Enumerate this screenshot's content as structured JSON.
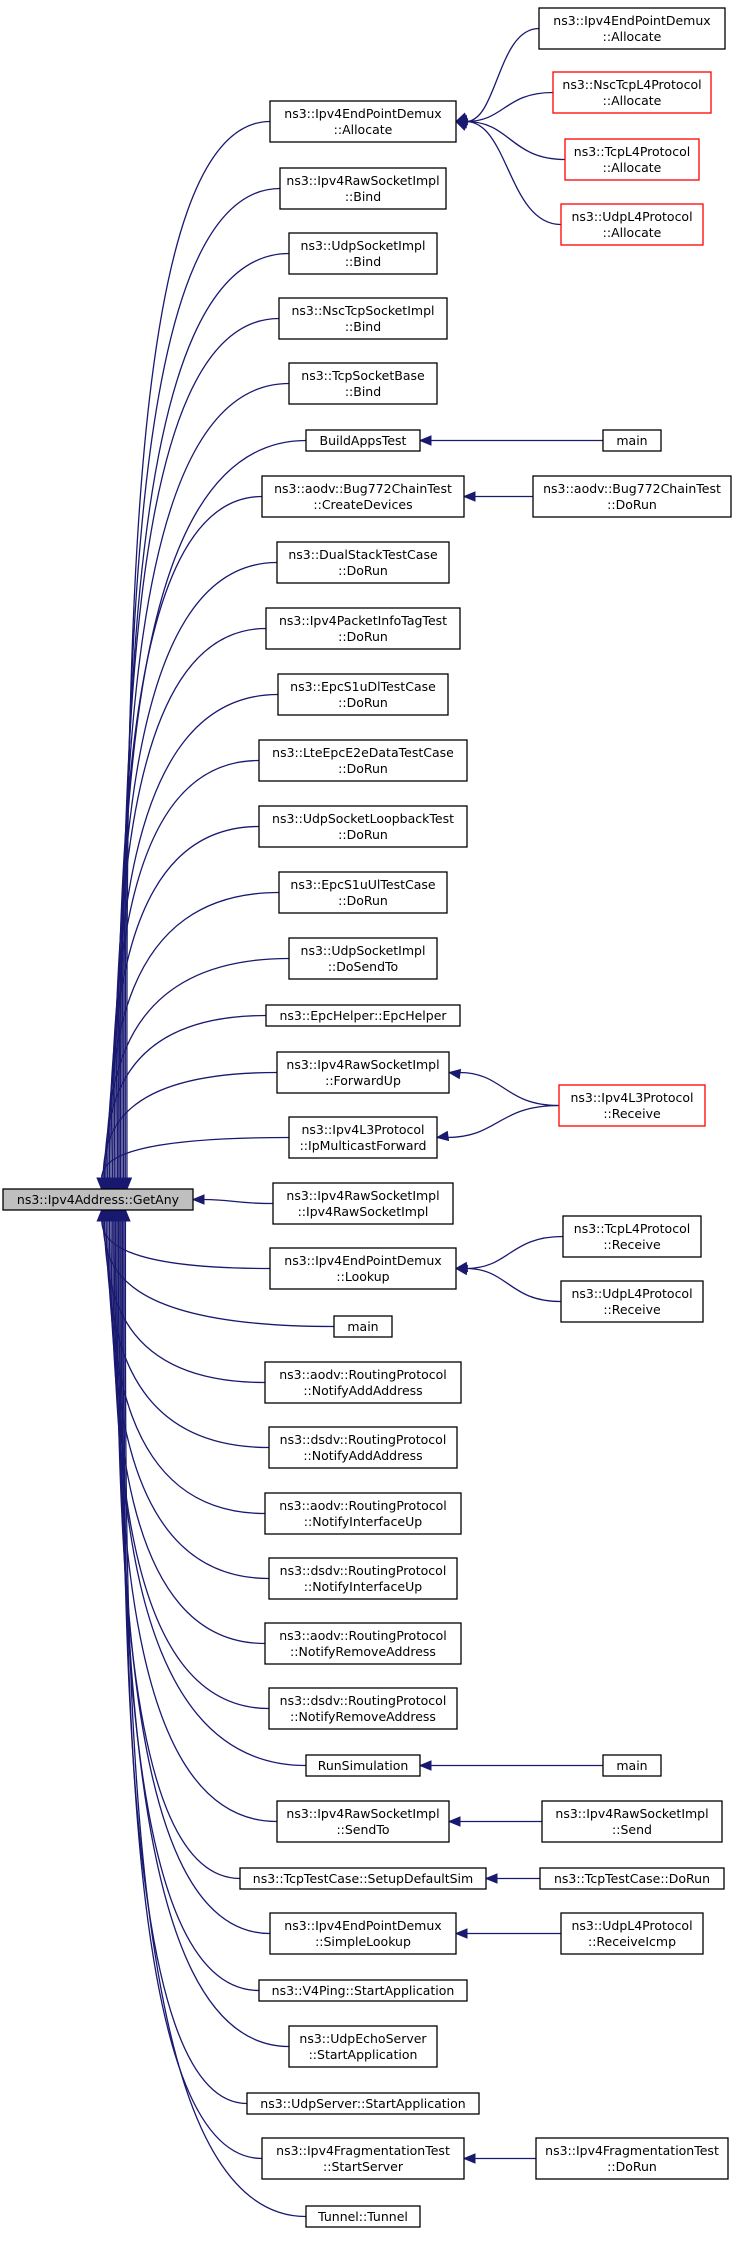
{
  "root": {
    "id": "root",
    "lines": [
      "ns3::Ipv4Address::GetAny"
    ]
  },
  "callers": [
    {
      "id": "c1",
      "lines": [
        "ns3::Ipv4EndPointDemux",
        "::Allocate"
      ]
    },
    {
      "id": "c2",
      "lines": [
        "ns3::Ipv4RawSocketImpl",
        "::Bind"
      ]
    },
    {
      "id": "c3",
      "lines": [
        "ns3::UdpSocketImpl",
        "::Bind"
      ]
    },
    {
      "id": "c4",
      "lines": [
        "ns3::NscTcpSocketImpl",
        "::Bind"
      ]
    },
    {
      "id": "c5",
      "lines": [
        "ns3::TcpSocketBase",
        "::Bind"
      ]
    },
    {
      "id": "c6",
      "lines": [
        "BuildAppsTest"
      ]
    },
    {
      "id": "c7",
      "lines": [
        "ns3::aodv::Bug772ChainTest",
        "::CreateDevices"
      ]
    },
    {
      "id": "c8",
      "lines": [
        "ns3::DualStackTestCase",
        "::DoRun"
      ]
    },
    {
      "id": "c9",
      "lines": [
        "ns3::Ipv4PacketInfoTagTest",
        "::DoRun"
      ]
    },
    {
      "id": "c10",
      "lines": [
        "ns3::EpcS1uDlTestCase",
        "::DoRun"
      ]
    },
    {
      "id": "c11",
      "lines": [
        "ns3::LteEpcE2eDataTestCase",
        "::DoRun"
      ]
    },
    {
      "id": "c12",
      "lines": [
        "ns3::UdpSocketLoopbackTest",
        "::DoRun"
      ]
    },
    {
      "id": "c13",
      "lines": [
        "ns3::EpcS1uUlTestCase",
        "::DoRun"
      ]
    },
    {
      "id": "c14",
      "lines": [
        "ns3::UdpSocketImpl",
        "::DoSendTo"
      ]
    },
    {
      "id": "c15",
      "lines": [
        "ns3::EpcHelper::EpcHelper"
      ]
    },
    {
      "id": "c16",
      "lines": [
        "ns3::Ipv4RawSocketImpl",
        "::ForwardUp"
      ]
    },
    {
      "id": "c17",
      "lines": [
        "ns3::Ipv4L3Protocol",
        "::IpMulticastForward"
      ]
    },
    {
      "id": "c18",
      "lines": [
        "ns3::Ipv4RawSocketImpl",
        "::Ipv4RawSocketImpl"
      ]
    },
    {
      "id": "c19",
      "lines": [
        "ns3::Ipv4EndPointDemux",
        "::Lookup"
      ]
    },
    {
      "id": "c20",
      "lines": [
        "main"
      ]
    },
    {
      "id": "c21",
      "lines": [
        "ns3::aodv::RoutingProtocol",
        "::NotifyAddAddress"
      ]
    },
    {
      "id": "c22",
      "lines": [
        "ns3::dsdv::RoutingProtocol",
        "::NotifyAddAddress"
      ]
    },
    {
      "id": "c23",
      "lines": [
        "ns3::aodv::RoutingProtocol",
        "::NotifyInterfaceUp"
      ]
    },
    {
      "id": "c24",
      "lines": [
        "ns3::dsdv::RoutingProtocol",
        "::NotifyInterfaceUp"
      ]
    },
    {
      "id": "c25",
      "lines": [
        "ns3::aodv::RoutingProtocol",
        "::NotifyRemoveAddress"
      ]
    },
    {
      "id": "c26",
      "lines": [
        "ns3::dsdv::RoutingProtocol",
        "::NotifyRemoveAddress"
      ]
    },
    {
      "id": "c27",
      "lines": [
        "RunSimulation"
      ]
    },
    {
      "id": "c28",
      "lines": [
        "ns3::Ipv4RawSocketImpl",
        "::SendTo"
      ]
    },
    {
      "id": "c29",
      "lines": [
        "ns3::TcpTestCase::SetupDefaultSim"
      ]
    },
    {
      "id": "c30",
      "lines": [
        "ns3::Ipv4EndPointDemux",
        "::SimpleLookup"
      ]
    },
    {
      "id": "c31",
      "lines": [
        "ns3::V4Ping::StartApplication"
      ]
    },
    {
      "id": "c32",
      "lines": [
        "ns3::UdpEchoServer",
        "::StartApplication"
      ]
    },
    {
      "id": "c33",
      "lines": [
        "ns3::UdpServer::StartApplication"
      ]
    },
    {
      "id": "c34",
      "lines": [
        "ns3::Ipv4FragmentationTest",
        "::StartServer"
      ]
    },
    {
      "id": "c35",
      "lines": [
        "Tunnel::Tunnel"
      ]
    }
  ],
  "callers2": [
    {
      "id": "d1",
      "lines": [
        "ns3::Ipv4EndPointDemux",
        "::Allocate"
      ],
      "truncated": false
    },
    {
      "id": "d2",
      "lines": [
        "ns3::NscTcpL4Protocol",
        "::Allocate"
      ],
      "truncated": true
    },
    {
      "id": "d3",
      "lines": [
        "ns3::TcpL4Protocol",
        "::Allocate"
      ],
      "truncated": true
    },
    {
      "id": "d4",
      "lines": [
        "ns3::UdpL4Protocol",
        "::Allocate"
      ],
      "truncated": true
    },
    {
      "id": "d5",
      "lines": [
        "main"
      ],
      "truncated": false
    },
    {
      "id": "d6",
      "lines": [
        "ns3::aodv::Bug772ChainTest",
        "::DoRun"
      ],
      "truncated": false
    },
    {
      "id": "d7",
      "lines": [
        "ns3::Ipv4L3Protocol",
        "::Receive"
      ],
      "truncated": true
    },
    {
      "id": "d8",
      "lines": [
        "ns3::TcpL4Protocol",
        "::Receive"
      ],
      "truncated": false
    },
    {
      "id": "d9",
      "lines": [
        "ns3::UdpL4Protocol",
        "::Receive"
      ],
      "truncated": false
    },
    {
      "id": "d10",
      "lines": [
        "main"
      ],
      "truncated": false
    },
    {
      "id": "d11",
      "lines": [
        "ns3::Ipv4RawSocketImpl",
        "::Send"
      ],
      "truncated": false
    },
    {
      "id": "d12",
      "lines": [
        "ns3::TcpTestCase::DoRun"
      ],
      "truncated": false
    },
    {
      "id": "d13",
      "lines": [
        "ns3::UdpL4Protocol",
        "::ReceiveIcmp"
      ],
      "truncated": false
    },
    {
      "id": "d14",
      "lines": [
        "ns3::Ipv4FragmentationTest",
        "::DoRun"
      ],
      "truncated": false
    }
  ],
  "edges": [
    [
      "c1",
      "d1"
    ],
    [
      "c1",
      "d2"
    ],
    [
      "c1",
      "d3"
    ],
    [
      "c1",
      "d4"
    ],
    [
      "c6",
      "d5"
    ],
    [
      "c7",
      "d6"
    ],
    [
      "c16",
      "d7"
    ],
    [
      "c17",
      "d7"
    ],
    [
      "c19",
      "d8"
    ],
    [
      "c19",
      "d9"
    ],
    [
      "c27",
      "d10"
    ],
    [
      "c28",
      "d11"
    ],
    [
      "c29",
      "d12"
    ],
    [
      "c30",
      "d13"
    ],
    [
      "c34",
      "d14"
    ]
  ]
}
